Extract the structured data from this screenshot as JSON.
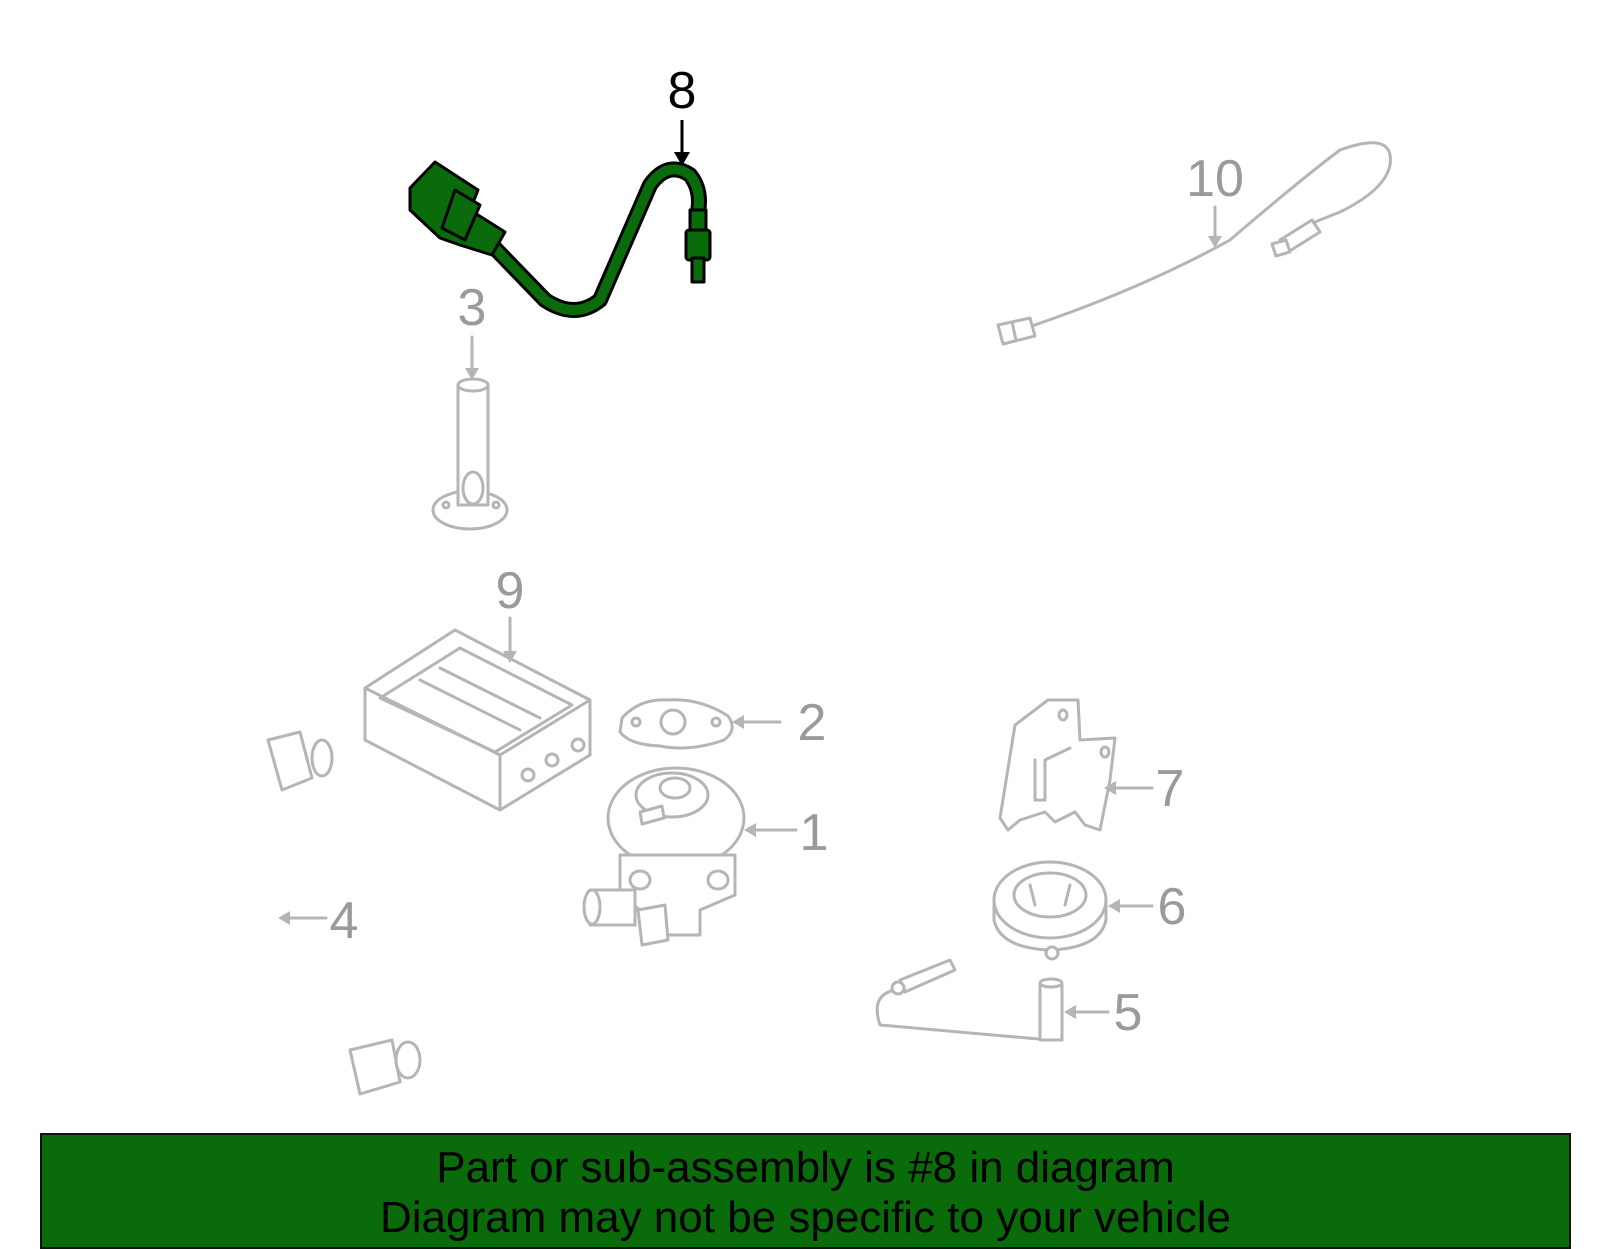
{
  "colors": {
    "highlight": "#0a6b0a",
    "banner_bg": "#0a6b0a",
    "muted_part": "#b5b5b5",
    "label_text": "#000000"
  },
  "callouts": {
    "c1": "1",
    "c2": "2",
    "c3": "3",
    "c4": "4",
    "c5": "5",
    "c6": "6",
    "c7": "7",
    "c8": "8",
    "c9": "9",
    "c10": "10"
  },
  "highlighted_part": "8",
  "banner": {
    "line1": "Part or sub-assembly is #8 in diagram",
    "line2": "Diagram may not be specific to your vehicle"
  }
}
